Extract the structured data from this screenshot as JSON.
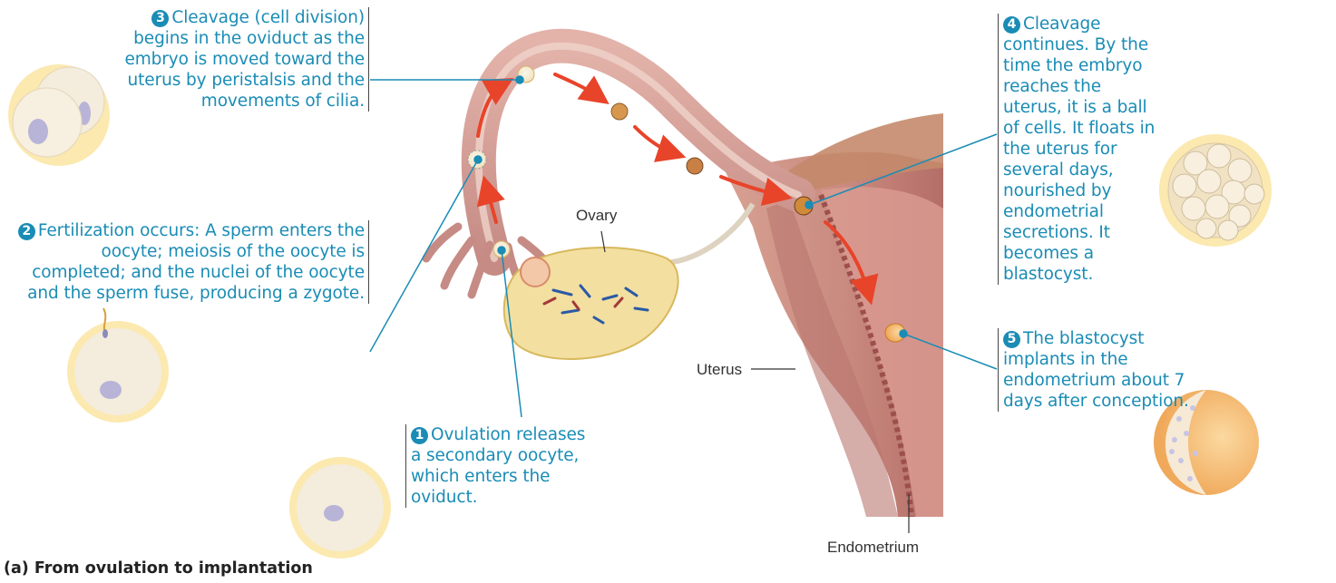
{
  "callouts": {
    "s1": {
      "num": "1",
      "text": "Ovulation releases a secondary oocyte, which enters the oviduct."
    },
    "s2": {
      "num": "2",
      "text": "Fertilization occurs: A sperm enters the oocyte; meiosis of the oocyte is completed; and the nuclei of the oocyte and the sperm fuse, producing a zygote."
    },
    "s3": {
      "num": "3",
      "text": "Cleavage (cell division) begins in the oviduct as the embryo is moved toward the uterus by peristalsis and the movements of cilia."
    },
    "s4": {
      "num": "4",
      "text": "Cleavage continues. By the time the embryo reaches the uterus, it is a ball of cells. It floats in the uterus for several days, nourished by endometrial secretions. It becomes a blastocyst."
    },
    "s5": {
      "num": "5",
      "text": "The blastocyst implants in the endometrium about 7 days after conception."
    }
  },
  "labels": {
    "ovary": "Ovary",
    "uterus": "Uterus",
    "endometrium": "Endometrium"
  },
  "caption": "(a) From ovulation to implantation",
  "colors": {
    "callout_text": "#1a8cb5",
    "arrow": "#e8442a",
    "tissue": "#c9827c",
    "ovary": "#f3dfa0",
    "cell": "#f5ecd8"
  }
}
